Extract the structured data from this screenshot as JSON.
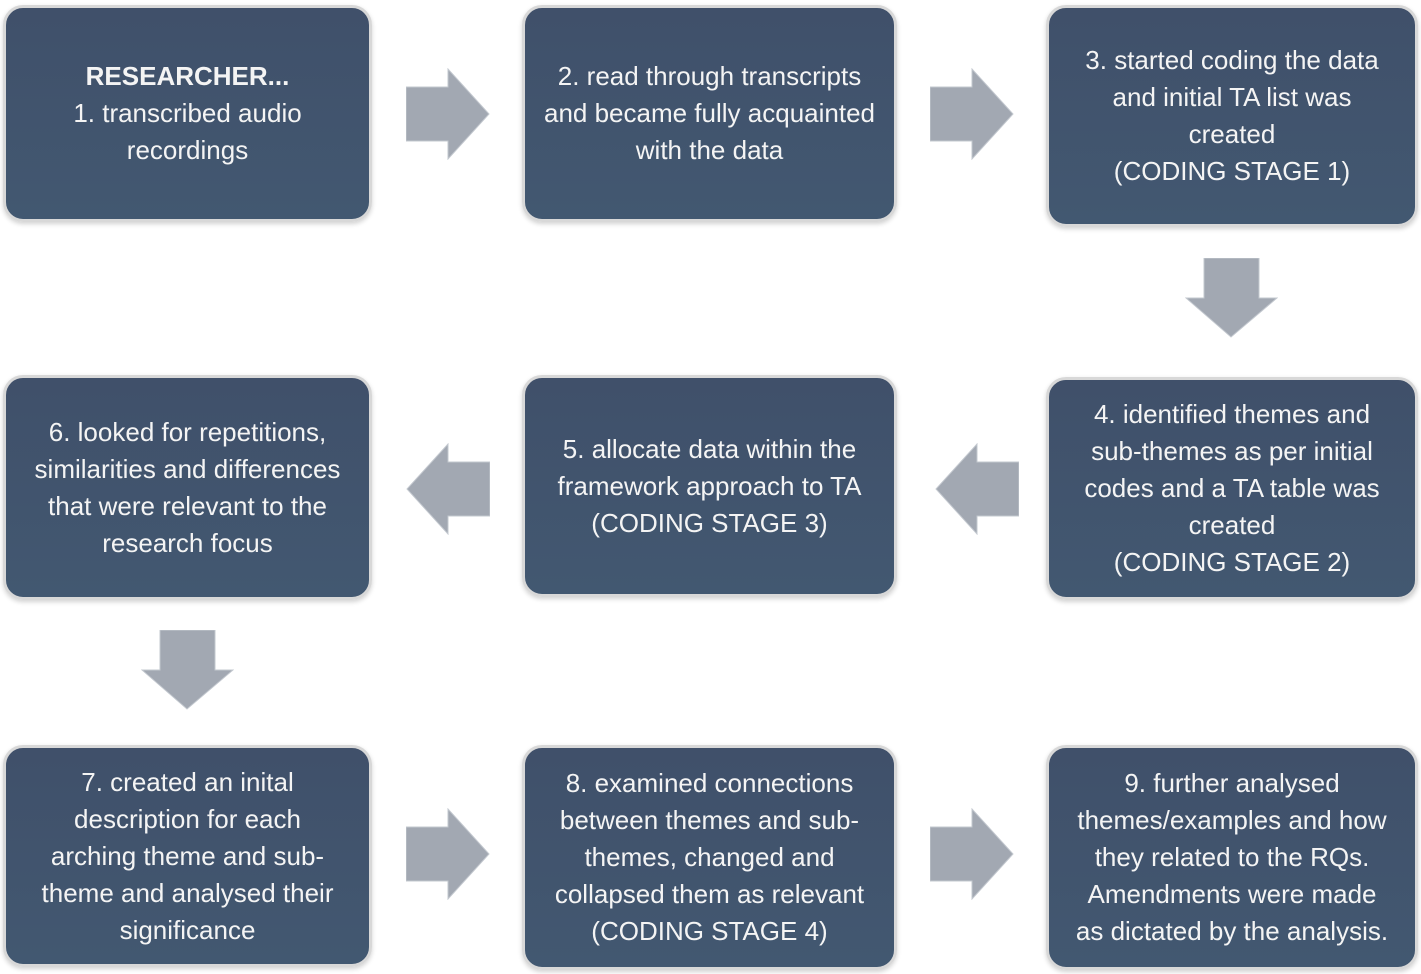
{
  "diagram": {
    "description": "Thematic analysis research process flowchart",
    "colors": {
      "box_fill_top": "#40506a",
      "box_fill_bottom": "#425871",
      "box_border": "#d8d8d8",
      "text": "#f4f4f4",
      "arrow_fill": "#a2a8b2",
      "background": "#ffffff"
    },
    "boxes": [
      {
        "id": "1",
        "heading": "RESEARCHER...",
        "body": "1. transcribed audio recordings",
        "stage": ""
      },
      {
        "id": "2",
        "heading": "",
        "body": "2. read through transcripts and became fully acquainted with the data",
        "stage": ""
      },
      {
        "id": "3",
        "heading": "",
        "body": "3. started coding the data and initial TA list was created",
        "stage": "(CODING STAGE 1)"
      },
      {
        "id": "4",
        "heading": "",
        "body": "4. identified themes and sub-themes as per initial codes and a TA table was created",
        "stage": "(CODING STAGE 2)"
      },
      {
        "id": "5",
        "heading": "",
        "body": "5. allocate data within the framework approach to TA",
        "stage": "(CODING STAGE 3)"
      },
      {
        "id": "6",
        "heading": "",
        "body": "6. looked for repetitions, similarities and differences that were relevant to the research focus",
        "stage": ""
      },
      {
        "id": "7",
        "heading": "",
        "body": "7. created an inital description for each arching theme and sub-theme and analysed their significance",
        "stage": ""
      },
      {
        "id": "8",
        "heading": "",
        "body": "8. examined connections between themes and sub-themes, changed and collapsed them as relevant",
        "stage": "(CODING STAGE 4)"
      },
      {
        "id": "9",
        "heading": "",
        "body": "9. further analysed themes/examples and how they related to the RQs. Amendments were made as dictated by the analysis.",
        "stage": ""
      }
    ],
    "arrows": [
      {
        "from": "1",
        "to": "2",
        "direction": "right"
      },
      {
        "from": "2",
        "to": "3",
        "direction": "right"
      },
      {
        "from": "3",
        "to": "4",
        "direction": "down"
      },
      {
        "from": "4",
        "to": "5",
        "direction": "left"
      },
      {
        "from": "5",
        "to": "6",
        "direction": "left"
      },
      {
        "from": "6",
        "to": "7",
        "direction": "down"
      },
      {
        "from": "7",
        "to": "8",
        "direction": "right"
      },
      {
        "from": "8",
        "to": "9",
        "direction": "right"
      }
    ]
  }
}
